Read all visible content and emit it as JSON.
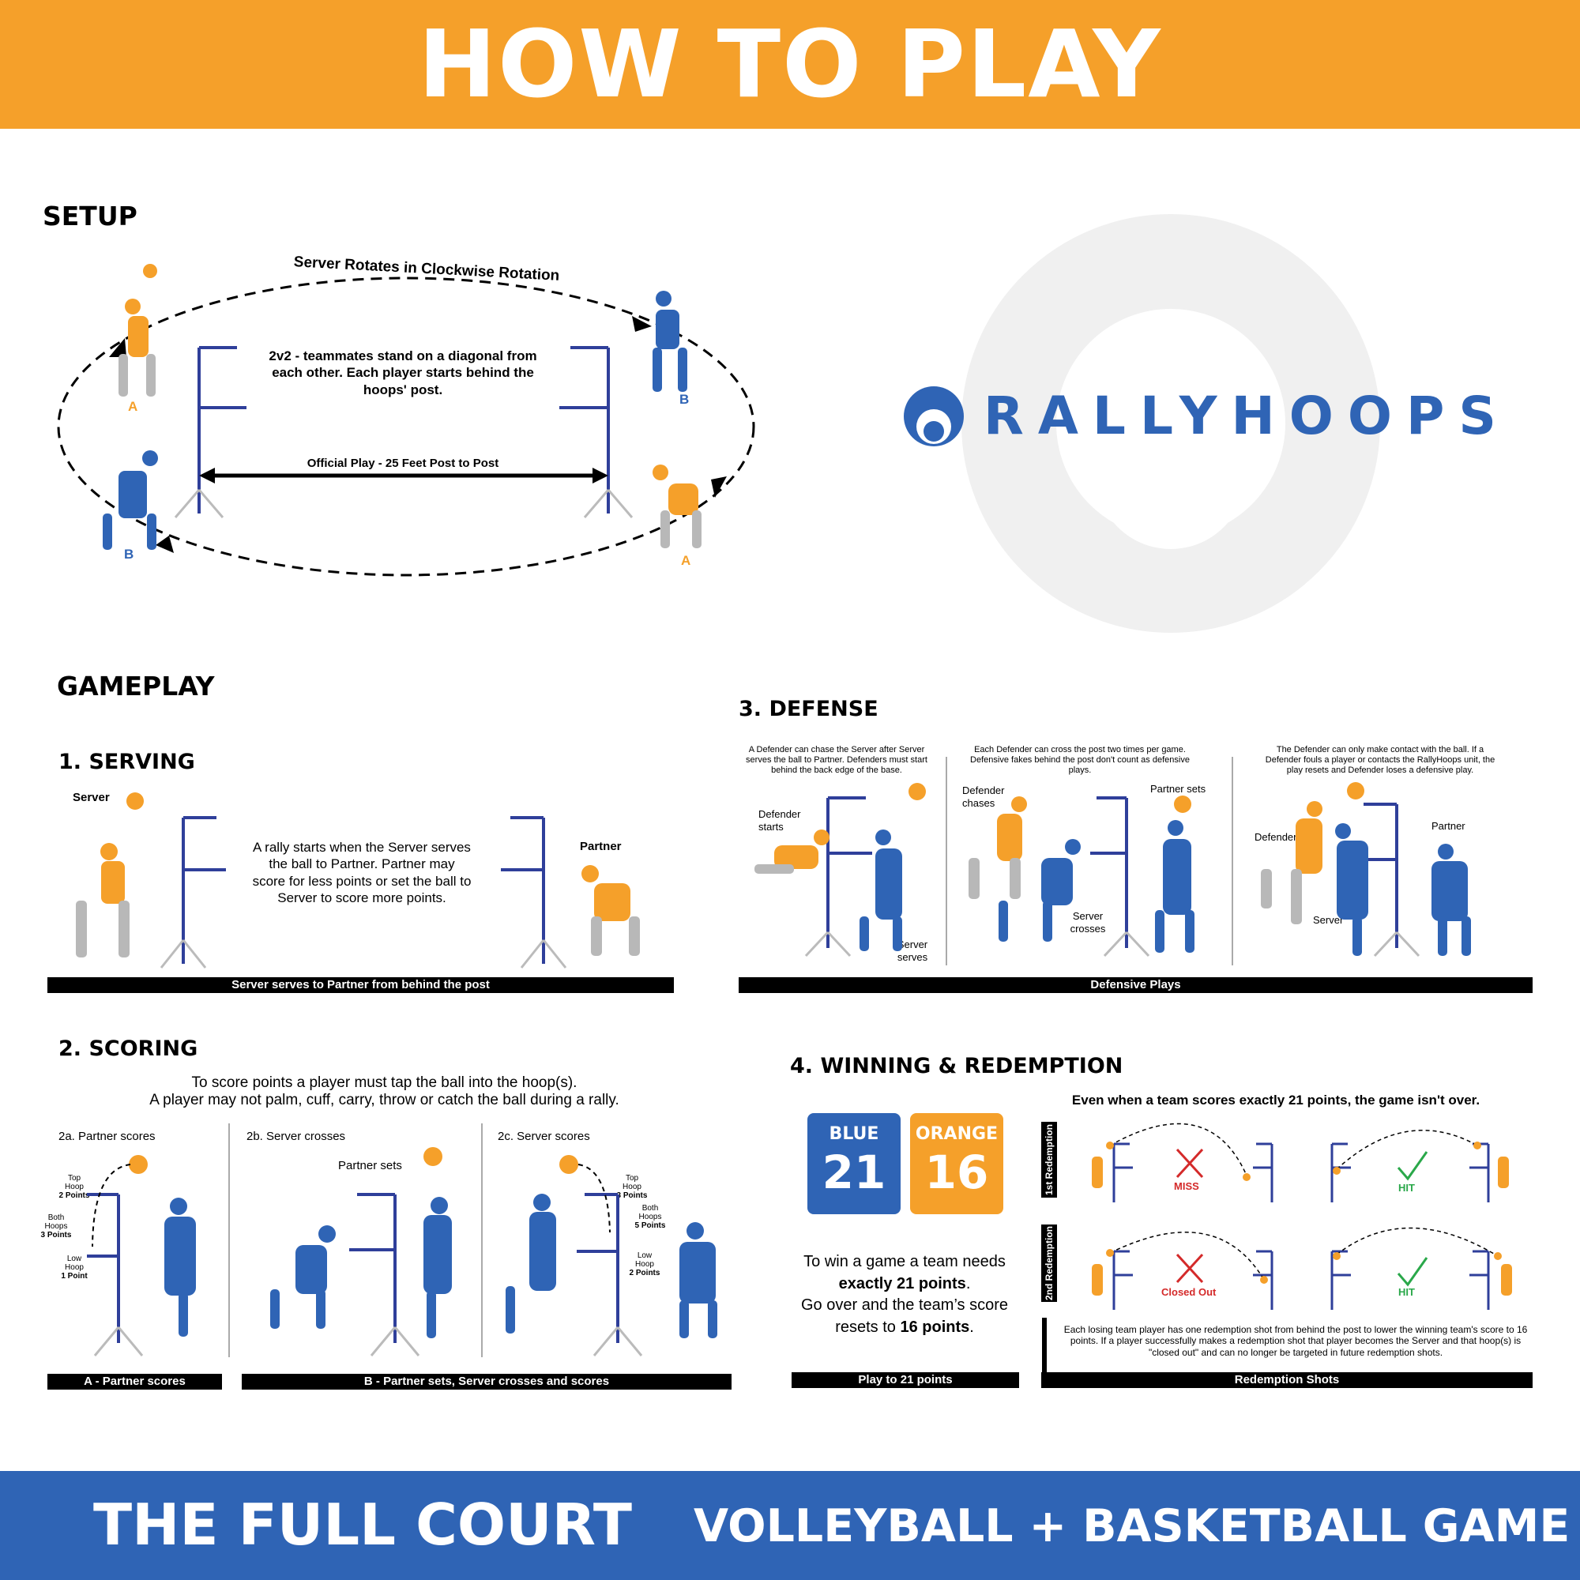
{
  "header": {
    "title": "HOW TO PLAY"
  },
  "footer": {
    "left": "THE FULL COURT",
    "right": "VOLLEYBALL + BASKETBALL GAME"
  },
  "brand": {
    "logo_text": "RALLYHOOPS",
    "primary": "#2f64b5",
    "accent": "#f5a02a"
  },
  "setup": {
    "title": "SETUP",
    "rotation": "Server Rotates in Clockwise Rotation",
    "desc": "2v2 - teammates stand on a diagonal from each other. Each player starts behind the hoops' post.",
    "distance": "Official Play - 25 Feet Post to Post",
    "label_a": "A",
    "label_b": "B"
  },
  "gameplay": {
    "title": "GAMEPLAY"
  },
  "serving": {
    "title": "1. SERVING",
    "server": "Server",
    "partner": "Partner",
    "desc": "A rally starts when the Server serves the ball to Partner. Partner may score for less points or set the ball to Server to score more points.",
    "bar": "Server serves to Partner from behind the post"
  },
  "defense": {
    "title": "3. DEFENSE",
    "p1": "A Defender can chase the Server after Server serves the ball to Partner. Defenders must start behind the back edge of the base.",
    "p2": "Each Defender can cross the post two times per game. Defensive fakes behind the post don't count as defensive plays.",
    "p3": "The Defender can only make contact with the ball. If a Defender fouls a player or contacts the RallyHoops unit, the play resets and Defender loses a defensive play.",
    "defender_starts": "Defender starts",
    "server_serves": "Server serves",
    "defender_chases": "Defender chases",
    "partner_sets": "Partner sets",
    "server_crosses": "Server crosses",
    "defender": "Defender",
    "partner": "Partner",
    "server": "Server",
    "bar": "Defensive Plays"
  },
  "scoring": {
    "title": "2. SCORING",
    "desc1": "To score points a player must tap the ball into the hoop(s).",
    "desc2": "A player may not palm, cuff, carry, throw or catch the ball during a rally.",
    "a_title": "2a. Partner scores",
    "b_title": "2b. Server crosses",
    "c_title": "2c. Server scores",
    "partner_sets": "Partner sets",
    "top_hoop": "Top Hoop",
    "top_2": "2 Points",
    "top_3": "3 Points",
    "both_hoops": "Both Hoops",
    "both_3": "3 Points",
    "both_5": "5 Points",
    "low_hoop": "Low Hoop",
    "low_1": "1 Point",
    "low_2": "2 Points",
    "bar_a": "A - Partner scores",
    "bar_b": "B - Partner sets, Server crosses and scores"
  },
  "winning": {
    "title": "4. WINNING & REDEMPTION",
    "headline": "Even when a team scores exactly 21 points, the game isn't over.",
    "blue_name": "BLUE",
    "blue_score": "21",
    "orange_name": "ORANGE",
    "orange_score": "16",
    "line1": "To win a game a team needs",
    "line2": "exactly 21 points",
    "line3": "Go over and the team’s score",
    "line4": "resets to",
    "line5": "16 points",
    "first": "1st Redemption",
    "second": "2nd Redemption",
    "miss": "MISS",
    "hit": "HIT",
    "closed": "Closed Out",
    "redemption_desc": "Each losing team player has one redemption shot from behind the post to lower the winning team's score to 16 points. If a player successfully makes a redemption shot that player becomes the Server and that hoop(s) is \"closed out\" and can no longer be targeted in future redemption shots.",
    "bar_left": "Play to 21 points",
    "bar_right": "Redemption Shots"
  }
}
